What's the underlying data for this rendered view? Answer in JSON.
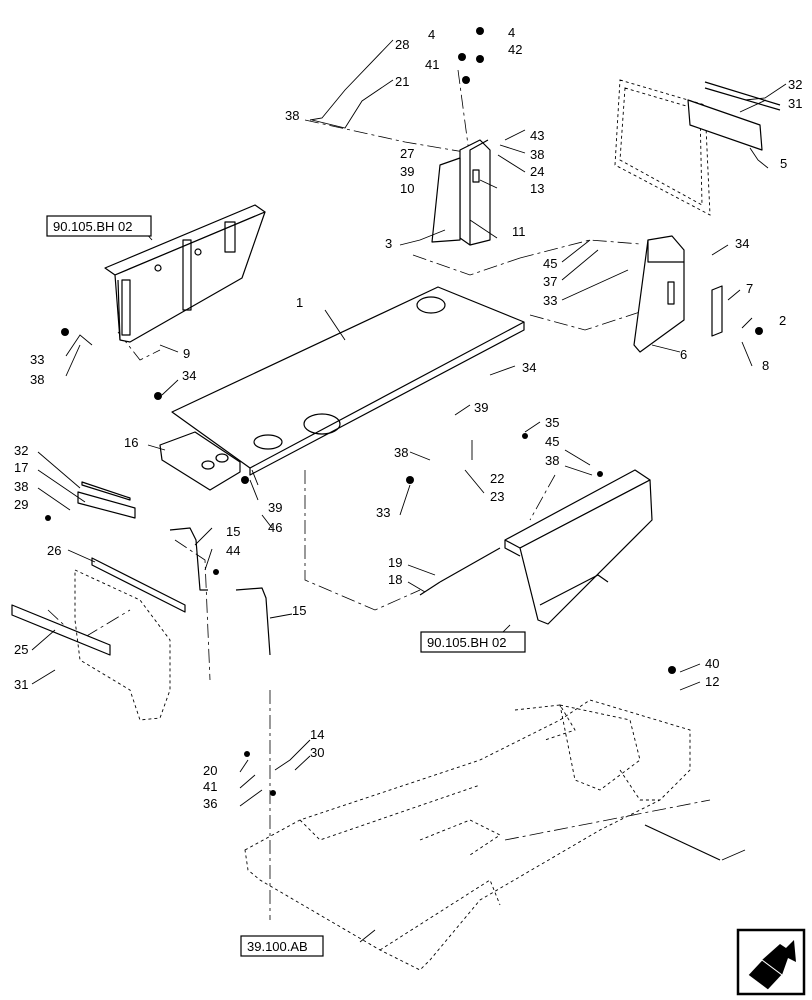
{
  "callouts": [
    "1",
    "2",
    "3",
    "4",
    "4",
    "5",
    "6",
    "7",
    "8",
    "9",
    "10",
    "11",
    "12",
    "13",
    "14",
    "15",
    "15",
    "16",
    "17",
    "18",
    "19",
    "20",
    "21",
    "22",
    "23",
    "24",
    "25",
    "26",
    "27",
    "28",
    "29",
    "30",
    "31",
    "31",
    "32",
    "32",
    "33",
    "33",
    "33",
    "34",
    "34",
    "34",
    "35",
    "36",
    "37",
    "38",
    "38",
    "38",
    "38",
    "38",
    "38",
    "39",
    "39",
    "39",
    "40",
    "41",
    "41",
    "42",
    "43",
    "44",
    "45",
    "45",
    "46"
  ],
  "references": {
    "top_left": "90.105.BH 02",
    "mid_right": "90.105.BH 02",
    "bottom": "39.100.AB"
  },
  "nav_icon": "next-page-arrow-icon"
}
